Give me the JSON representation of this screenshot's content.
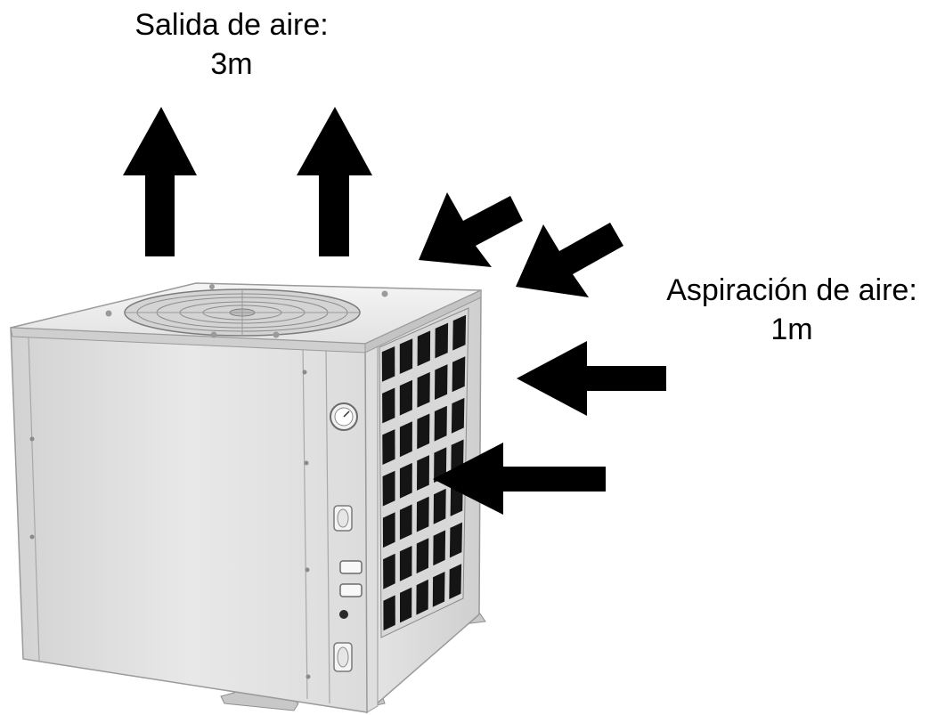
{
  "outlet": {
    "title": "Salida de aire:",
    "distance": "3m"
  },
  "inlet": {
    "title": "Aspiración de aire:",
    "distance": "1m"
  },
  "colors": {
    "arrow": "#000000",
    "unit_body": "#e4e4e4",
    "unit_edge": "#9a9a9a",
    "grille": "#151515"
  },
  "icons": {
    "outlet_arrows": "arrow-up-icon",
    "inlet_arrows": "arrow-left-icon",
    "fan": "fan-icon",
    "gauge": "pressure-gauge-icon"
  }
}
